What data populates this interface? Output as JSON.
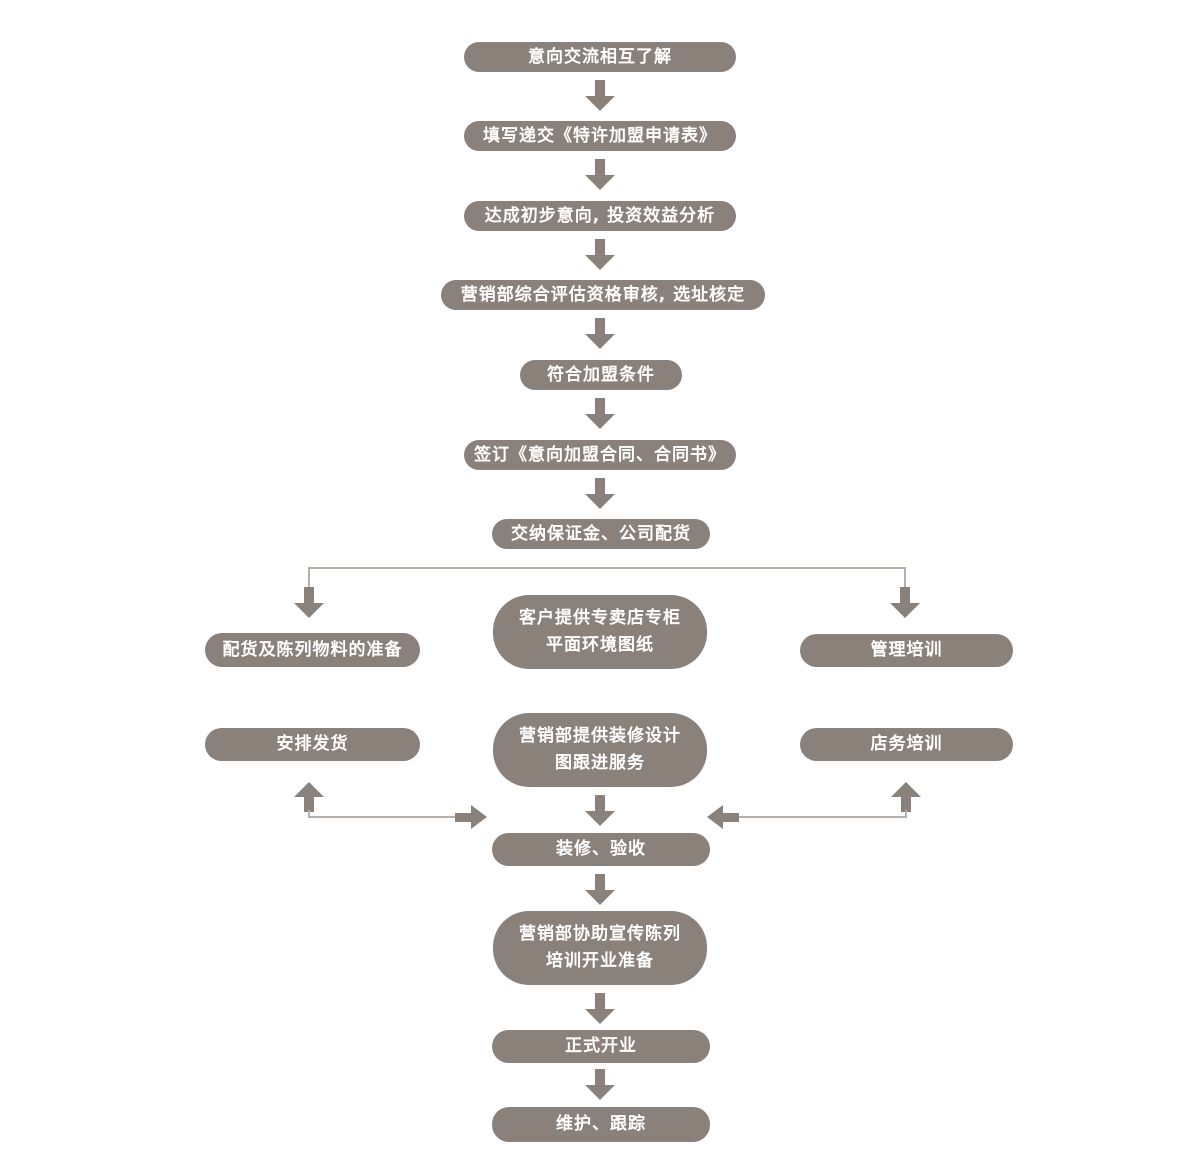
{
  "colors": {
    "background": "#ffffff",
    "node_fill": "#8a817b",
    "node_text": "#ffffff",
    "connector_line": "#b5b0ac"
  },
  "icons": {
    "arrow-down-icon": "solid taupe downward block arrow (css triangle + stem)",
    "arrow-up-icon": "solid taupe upward block arrow (css triangle + stem)",
    "arrow-right-icon": "solid taupe rightward block arrow (css triangle + stem)",
    "arrow-left-icon": "solid taupe leftward block arrow (css triangle + stem)"
  },
  "flowchart": {
    "nodes": [
      {
        "id": "intent-exchange",
        "label": "意向交流相互了解"
      },
      {
        "id": "application-form",
        "label": "填写递交《特许加盟申请表》"
      },
      {
        "id": "preliminary-intent",
        "label": "达成初步意向, 投资效益分析"
      },
      {
        "id": "qualification-review",
        "label": "营销部综合评估资格审核, 选址核定"
      },
      {
        "id": "meet-conditions",
        "label": "符合加盟条件"
      },
      {
        "id": "sign-contract",
        "label": "签订《意向加盟合同、合同书》"
      },
      {
        "id": "deposit-distribution",
        "label": "交纳保证金、公司配货"
      },
      {
        "id": "goods-display-prep",
        "label": "配货及陈列物料的准备"
      },
      {
        "id": "customer-floorplan",
        "label": "客户提供专卖店专柜\n平面环境图纸"
      },
      {
        "id": "management-training",
        "label": "管理培训"
      },
      {
        "id": "arrange-shipment",
        "label": "安排发货"
      },
      {
        "id": "decoration-design",
        "label": "营销部提供装修设计\n图跟进服务"
      },
      {
        "id": "store-training",
        "label": "店务培训"
      },
      {
        "id": "decoration-acceptance",
        "label": "装修、验收"
      },
      {
        "id": "opening-prep",
        "label": "营销部协助宣传陈列\n培训开业准备"
      },
      {
        "id": "grand-opening",
        "label": "正式开业"
      },
      {
        "id": "maintenance-tracking",
        "label": "维护、跟踪"
      }
    ],
    "edges": [
      {
        "from": "intent-exchange",
        "to": "application-form"
      },
      {
        "from": "application-form",
        "to": "preliminary-intent"
      },
      {
        "from": "preliminary-intent",
        "to": "qualification-review"
      },
      {
        "from": "qualification-review",
        "to": "meet-conditions"
      },
      {
        "from": "meet-conditions",
        "to": "sign-contract"
      },
      {
        "from": "sign-contract",
        "to": "deposit-distribution"
      },
      {
        "from": "deposit-distribution",
        "to": "goods-display-prep"
      },
      {
        "from": "deposit-distribution",
        "to": "management-training"
      },
      {
        "from": "arrange-shipment",
        "to": "decoration-acceptance",
        "bidirectional": true
      },
      {
        "from": "store-training",
        "to": "decoration-acceptance",
        "bidirectional": true
      },
      {
        "from": "decoration-design",
        "to": "decoration-acceptance"
      },
      {
        "from": "decoration-acceptance",
        "to": "opening-prep"
      },
      {
        "from": "opening-prep",
        "to": "grand-opening"
      },
      {
        "from": "grand-opening",
        "to": "maintenance-tracking"
      }
    ]
  }
}
